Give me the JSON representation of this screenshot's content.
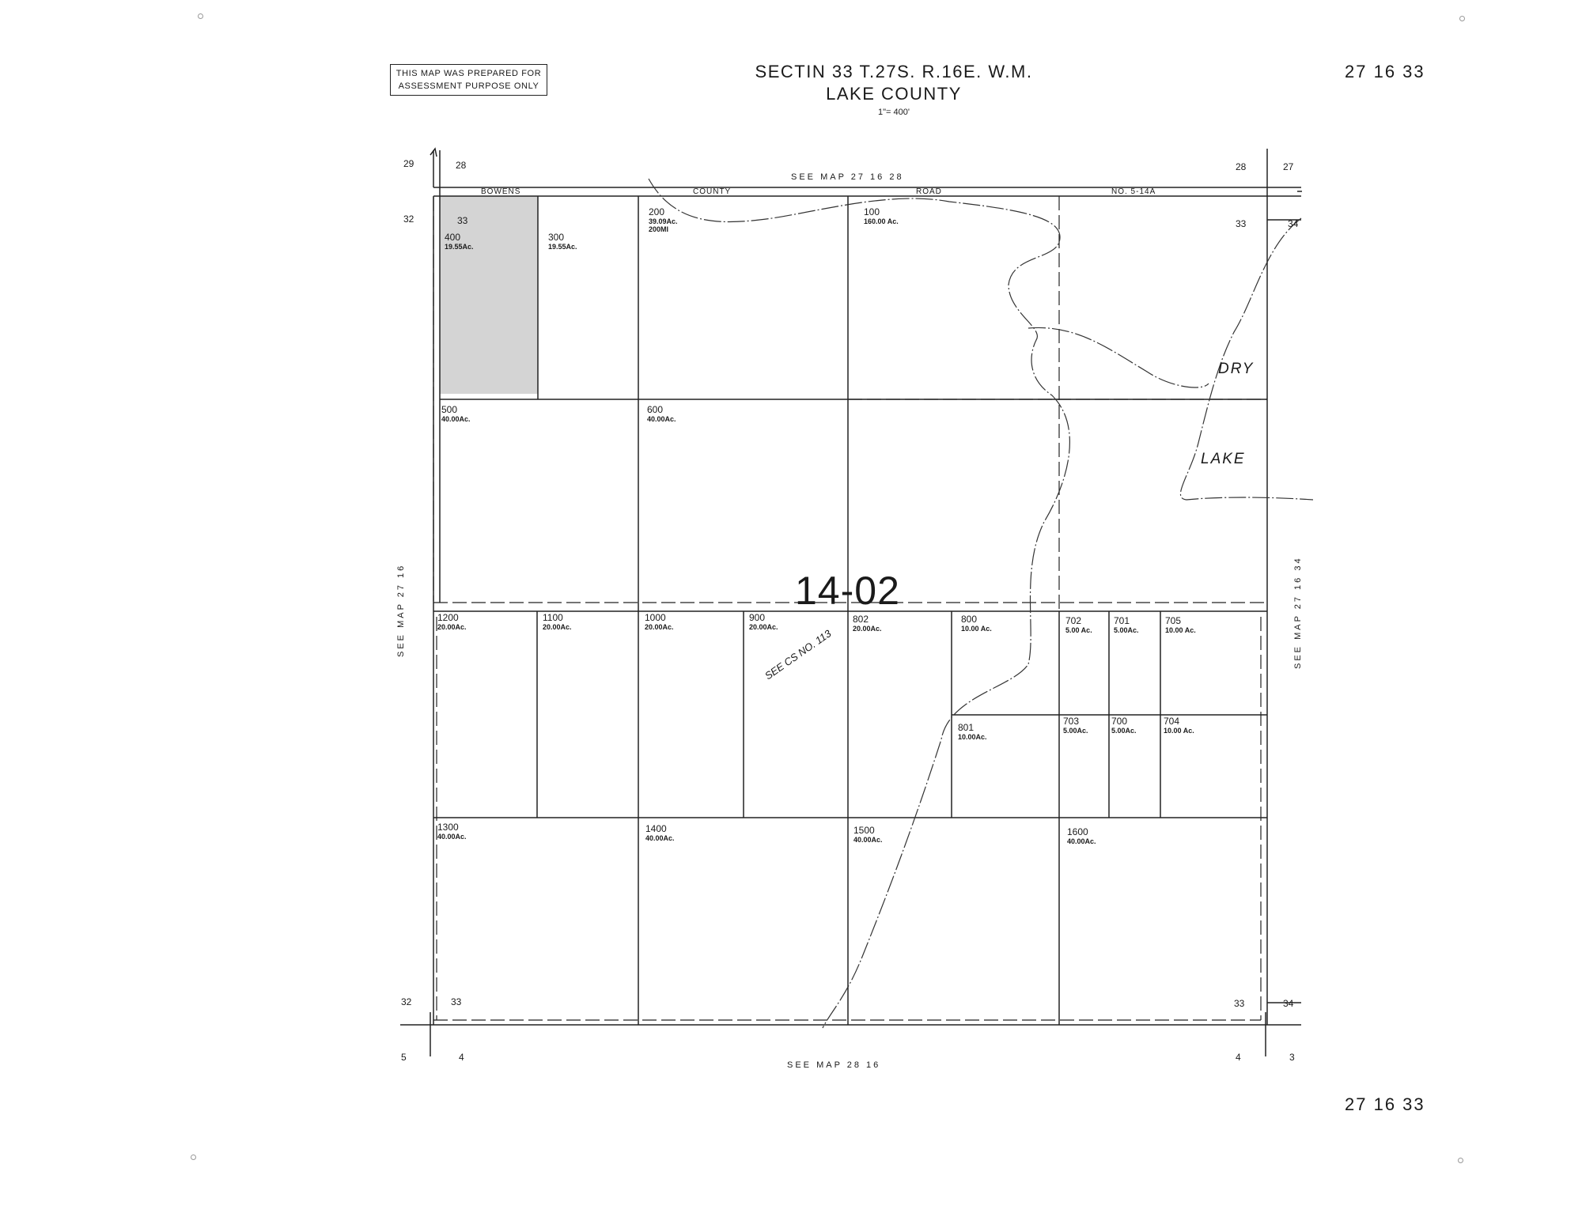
{
  "disclaimer": {
    "line1": "THIS MAP WAS PREPARED FOR",
    "line2": "ASSESSMENT PURPOSE ONLY"
  },
  "header": {
    "title_line1": "SECTIN 33 T.27S. R.16E. W.M.",
    "title_line2": "LAKE COUNTY",
    "scale": "1\"= 400'",
    "map_number_top": "27 16 33",
    "map_number_bottom": "27 16 33"
  },
  "references": {
    "top": "SEE MAP 27 16 28",
    "bottom": "SEE MAP 28 16",
    "left": "SEE MAP 27 16",
    "right": "SEE MAP 27 16 34"
  },
  "corner_sections": {
    "tl_outer_top": "29",
    "tl_inner_top": "28",
    "tl_outer": "32",
    "tl_inner": "33",
    "tr_inner_top": "28",
    "tr_outer_top": "27",
    "tr_inner": "33",
    "tr_outer": "34",
    "bl_outer": "32",
    "bl_inner": "33",
    "bl_below_outer": "5",
    "bl_below_inner": "4",
    "br_inner": "33",
    "br_outer": "34",
    "br_below_inner": "4",
    "br_below_outer": "3"
  },
  "road": {
    "word1": "BOWENS",
    "word2": "COUNTY",
    "word3": "ROAD",
    "word4": "NO. 5-14A"
  },
  "map_code": "14-02",
  "water_labels": {
    "dry": "DRY",
    "lake": "LAKE"
  },
  "cs_note": "SEE CS NO. 113",
  "parcels": [
    {
      "id": "400",
      "acres": "19.55Ac."
    },
    {
      "id": "300",
      "acres": "19.55Ac."
    },
    {
      "id": "200",
      "acres": "39.09Ac.",
      "extra": "200MI"
    },
    {
      "id": "100",
      "acres": "160.00 Ac."
    },
    {
      "id": "500",
      "acres": "40.00Ac."
    },
    {
      "id": "600",
      "acres": "40.00Ac."
    },
    {
      "id": "1200",
      "acres": "20.00Ac."
    },
    {
      "id": "1100",
      "acres": "20.00Ac."
    },
    {
      "id": "1000",
      "acres": "20.00Ac."
    },
    {
      "id": "900",
      "acres": "20.00Ac."
    },
    {
      "id": "802",
      "acres": "20.00Ac."
    },
    {
      "id": "800",
      "acres": "10.00 Ac."
    },
    {
      "id": "702",
      "acres": "5.00 Ac."
    },
    {
      "id": "701",
      "acres": "5.00Ac."
    },
    {
      "id": "705",
      "acres": "10.00 Ac."
    },
    {
      "id": "801",
      "acres": "10.00Ac."
    },
    {
      "id": "703",
      "acres": "5.00Ac."
    },
    {
      "id": "700",
      "acres": "5.00Ac."
    },
    {
      "id": "704",
      "acres": "10.00 Ac."
    },
    {
      "id": "1300",
      "acres": "40.00Ac."
    },
    {
      "id": "1400",
      "acres": "40.00Ac."
    },
    {
      "id": "1500",
      "acres": "40.00Ac."
    },
    {
      "id": "1600",
      "acres": "40.00Ac."
    }
  ],
  "section_33_label": "33"
}
